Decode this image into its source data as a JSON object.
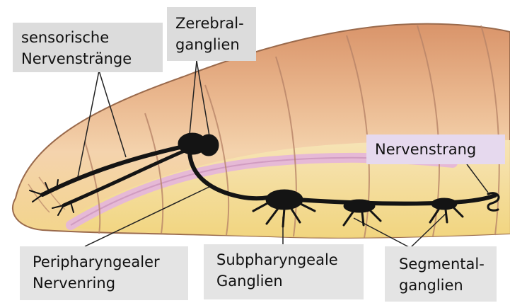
{
  "labels": {
    "sensory_cords": {
      "line1": "sensorische",
      "line2": "Nervenstränge"
    },
    "cerebral_ganglia": {
      "line1": "Zerebral-",
      "line2": "ganglien"
    },
    "nerve_cord": {
      "line1": "Nervenstrang"
    },
    "peripharyngeal_ring": {
      "line1": "Peripharyngealer",
      "line2": "Nervenring"
    },
    "subpharyngeal_ganglia": {
      "line1": "Subpharyngeale",
      "line2": "Ganglien"
    },
    "segmental_ganglia": {
      "line1": "Segmental-",
      "line2": "ganglien"
    }
  }
}
